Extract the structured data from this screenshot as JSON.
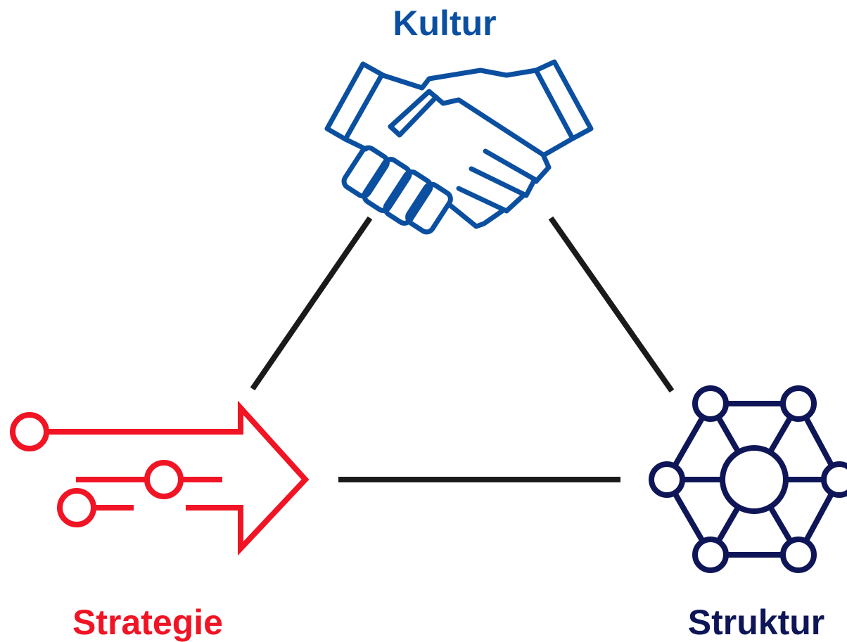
{
  "nodes": {
    "kultur": {
      "label": "Kultur",
      "color": "#0b4fa0",
      "icon": "handshake-icon"
    },
    "strategie": {
      "label": "Strategie",
      "color": "#f01424",
      "icon": "arrow-nodes-icon"
    },
    "struktur": {
      "label": "Struktur",
      "color": "#0e1657",
      "icon": "hexagon-network-icon"
    }
  },
  "edges": [
    {
      "from": "kultur",
      "to": "strategie"
    },
    {
      "from": "kultur",
      "to": "struktur"
    },
    {
      "from": "strategie",
      "to": "struktur"
    }
  ],
  "edge_color": "#1a1a1a"
}
